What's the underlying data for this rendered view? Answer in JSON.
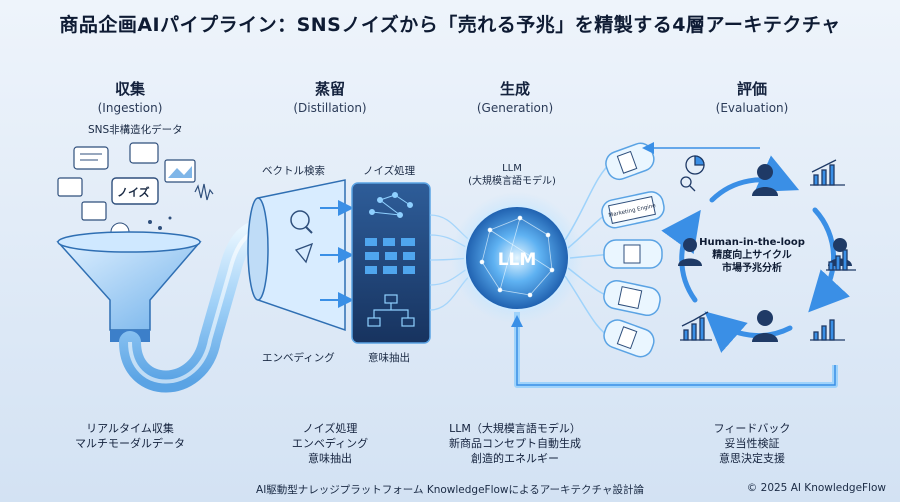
{
  "title": "商品企画AIパイプライン：SNSノイズから「売れる予兆」を精製する4層アーキテクチャ",
  "stages": [
    {
      "name": "収集",
      "en": "(Ingestion)"
    },
    {
      "name": "蒸留",
      "en": "(Distillation)"
    },
    {
      "name": "生成",
      "en": "(Generation)"
    },
    {
      "name": "評価",
      "en": "(Evaluation)"
    }
  ],
  "ingestion": {
    "source_label": "SNS非構造化データ",
    "bubble_text": "ノイズ"
  },
  "distillation": {
    "vector_search": "ベクトル検索",
    "noise_processing": "ノイズ処理",
    "embedding": "エンベディング",
    "meaning_extraction": "意味抽出"
  },
  "generation": {
    "llm_label": "LLM",
    "llm_sub": "(大規模言語モデル)",
    "core_text": "LLM",
    "card_text": "Marketing Engine"
  },
  "evaluation": {
    "loop_line1": "Human-in-the-loop",
    "loop_line2": "精度向上サイクル",
    "loop_line3": "市場予兆分析"
  },
  "footnotes": [
    [
      "リアルタイム収集",
      "マルチモーダルデータ"
    ],
    [
      "ノイズ処理",
      "エンベディング",
      "意味抽出"
    ],
    [
      "LLM（大規模言語モデル）",
      "新商品コンセプト自動生成",
      "創造的エネルギー"
    ],
    [
      "フィードバック",
      "妥当性検証",
      "意思決定支援"
    ]
  ],
  "footer": {
    "center": "AI駆動型ナレッジプラットフォーム KnowledgeFlowによるアーキテクチャ設計論",
    "right": "© 2025 AI KnowledgeFlow"
  },
  "colors": {
    "accent": "#3a8fe6",
    "dark": "#1f3a66",
    "glow": "#bfe4ff"
  }
}
